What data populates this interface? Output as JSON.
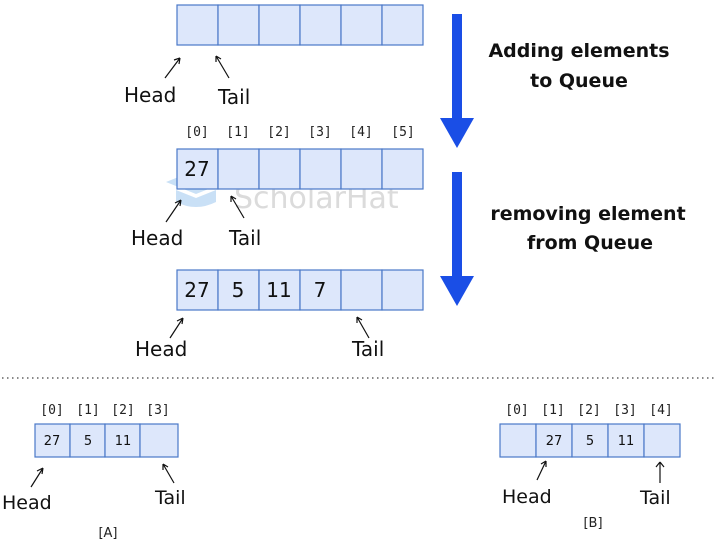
{
  "watermark": {
    "brand_text": "ScholarHat"
  },
  "captions": {
    "adding_line1": "Adding elements",
    "adding_line2": "to Queue",
    "removing_line1": "removing element",
    "removing_line2": "from Queue",
    "diagram_a": "[A]",
    "diagram_b": "[B]"
  },
  "labels": {
    "head": "Head",
    "tail": "Tail"
  },
  "queue_top": {
    "cells": [
      "",
      "",
      "",
      "",
      "",
      ""
    ]
  },
  "queue_after_add": {
    "indices": [
      "[0]",
      "[1]",
      "[2]",
      "[3]",
      "[4]",
      "[5]"
    ],
    "cells": [
      "27",
      "",
      "",
      "",
      "",
      ""
    ]
  },
  "queue_after_more": {
    "cells": [
      "27",
      "5",
      "11",
      "7",
      "",
      ""
    ]
  },
  "queue_a": {
    "indices": [
      "[0]",
      "[1]",
      "[2]",
      "[3]"
    ],
    "cells": [
      "27",
      "5",
      "11",
      ""
    ]
  },
  "queue_b": {
    "indices": [
      "[0]",
      "[1]",
      "[2]",
      "[3]",
      "[4]"
    ],
    "cells": [
      "",
      "27",
      "5",
      "11",
      ""
    ]
  },
  "colors": {
    "cell_fill": "#dde7fb",
    "cell_border": "#4a78c8",
    "arrow_blue": "#1a4ee6"
  }
}
